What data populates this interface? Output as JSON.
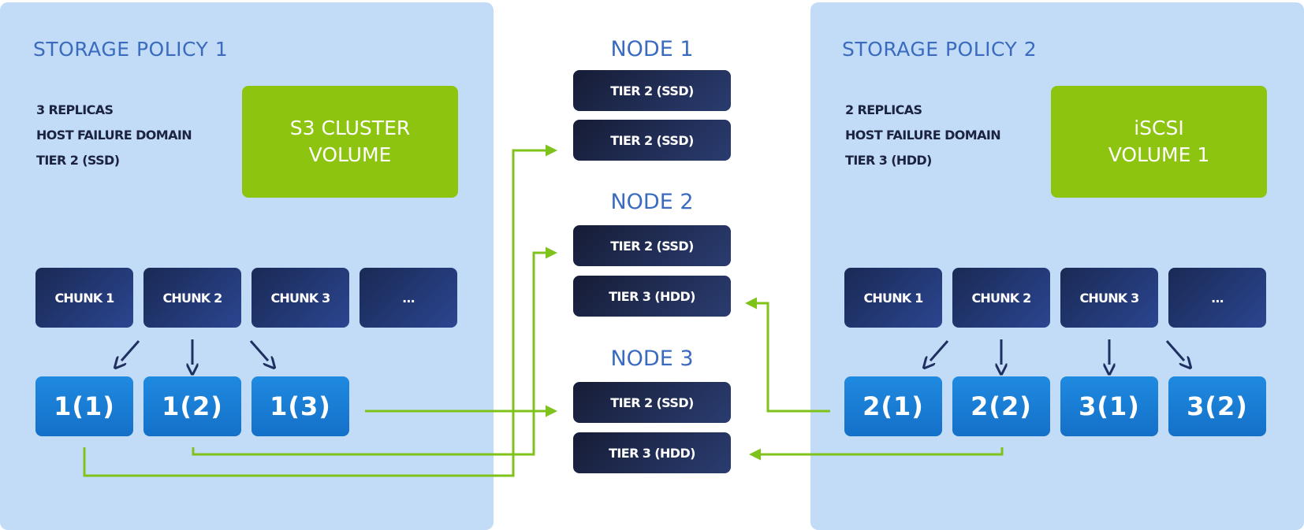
{
  "policy1": {
    "title": "STORAGE POLICY 1",
    "props": [
      "3 REPLICAS",
      "HOST FAILURE DOMAIN",
      "TIER 2 (SSD)"
    ],
    "volume_line1": "S3 CLUSTER",
    "volume_line2": "VOLUME",
    "chunks": [
      "CHUNK 1",
      "CHUNK 2",
      "CHUNK 3",
      "..."
    ],
    "replicas": [
      "1(1)",
      "1(2)",
      "1(3)"
    ]
  },
  "policy2": {
    "title": "STORAGE POLICY 2",
    "props": [
      "2 REPLICAS",
      "HOST FAILURE DOMAIN",
      "TIER 3 (HDD)"
    ],
    "volume_line1": "iSCSI",
    "volume_line2": "VOLUME 1",
    "chunks": [
      "CHUNK 1",
      "CHUNK 2",
      "CHUNK 3",
      "..."
    ],
    "replicas": [
      "2(1)",
      "2(2)",
      "3(1)",
      "3(2)"
    ]
  },
  "nodes": [
    {
      "title": "NODE 1",
      "tiers": [
        "TIER 2 (SSD)",
        "TIER 2 (SSD)"
      ]
    },
    {
      "title": "NODE 2",
      "tiers": [
        "TIER 2 (SSD)",
        "TIER 3 (HDD)"
      ]
    },
    {
      "title": "NODE 3",
      "tiers": [
        "TIER 2 (SSD)",
        "TIER 3 (HDD)"
      ]
    }
  ],
  "colors": {
    "panel": "#c2dcf7",
    "title": "#3a6bbf",
    "volume": "#8dc40f",
    "chunk": "#1f2f60",
    "replica": "#1a7dd6",
    "tier": "#1d2750",
    "connector": "#7fc21a",
    "arrow": "#1f2f60"
  }
}
